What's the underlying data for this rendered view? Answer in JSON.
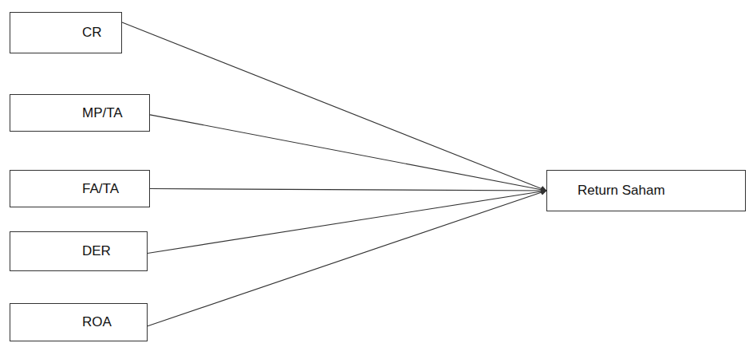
{
  "diagram": {
    "nodes": [
      {
        "text": [
          "CR"
        ]
      },
      {
        "text": [
          "MP/TA"
        ]
      },
      {
        "text": [
          "FA/TA"
        ]
      },
      {
        "text": [
          "DER"
        ]
      },
      {
        "text": [
          "ROA"
        ]
      },
      {
        "text": [
          "Return Saham"
        ]
      }
    ],
    "edges": [
      {
        "from": 0,
        "to": 5,
        "arrow": "to"
      },
      {
        "from": 1,
        "to": 5,
        "arrow": "to"
      },
      {
        "from": 2,
        "to": 5,
        "arrow": "to"
      },
      {
        "from": 3,
        "to": 5,
        "arrow": "to"
      },
      {
        "from": 4,
        "to": 5,
        "arrow": "to"
      }
    ]
  }
}
